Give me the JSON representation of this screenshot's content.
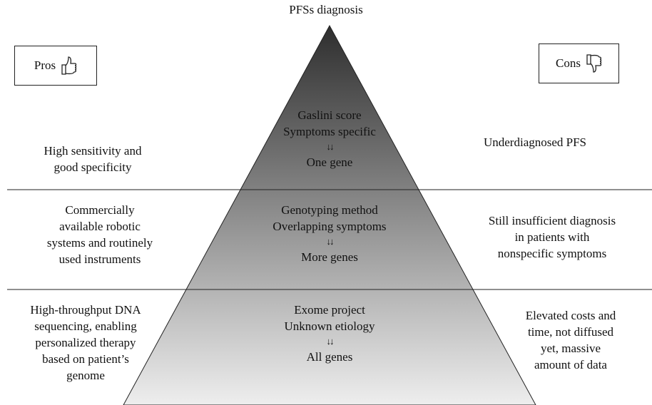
{
  "title": "PFSs diagnosis",
  "pros_label": "Pros",
  "cons_label": "Cons",
  "icons": {
    "pros": "thumbs-up-icon",
    "cons": "thumbs-down-icon"
  },
  "colors": {
    "pyramid_top": "#2e2e2e",
    "pyramid_bottom": "#eeeeee",
    "lines": "#222222"
  },
  "tiers": [
    {
      "center": [
        "Gaslini score",
        "Symptoms specific",
        "↓↓",
        "One gene"
      ],
      "pros": [
        "High sensitivity and",
        "good specificity"
      ],
      "cons": [
        "Underdiagnosed PFS"
      ]
    },
    {
      "center": [
        "Genotyping method",
        "Overlapping symptoms",
        "↓↓",
        "More genes"
      ],
      "pros": [
        "Commercially",
        "available robotic",
        "systems and routinely",
        "used instruments"
      ],
      "cons": [
        "Still insufficient diagnosis",
        "in patients with",
        "nonspecific symptoms"
      ]
    },
    {
      "center": [
        "Exome project",
        "Unknown etiology",
        "↓↓",
        "All genes"
      ],
      "pros": [
        "High-throughput DNA",
        "sequencing, enabling",
        "personalized therapy",
        "based on patient’s",
        "genome"
      ],
      "cons": [
        "Elevated costs and",
        "time, not diffused",
        "yet, massive",
        "amount of data"
      ]
    }
  ]
}
